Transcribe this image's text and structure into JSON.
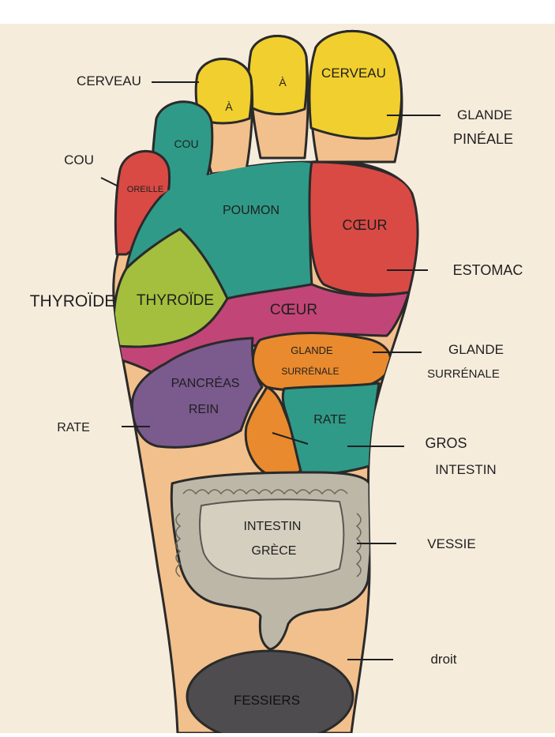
{
  "colors": {
    "background": "#f6ecdc",
    "skin": "#f2c08c",
    "yellow": "#f1cf2e",
    "teal": "#2f9a88",
    "red": "#d94a45",
    "magenta": "#c24577",
    "lime": "#a3bf3d",
    "purple": "#7b5a8e",
    "orange": "#e98a2e",
    "intestine": "#bdb7a8",
    "gray": "#4e4c4f"
  },
  "zones": {
    "big_toe": "CERVEAU",
    "toe2": "À",
    "toe3": "À",
    "toe4": "COU",
    "toe5": "OREILLE",
    "lung": "POUMON",
    "heart_upper": "CŒUR",
    "heart_band": "CŒUR",
    "thyroid": "THYROÏDE",
    "pancreas_line1": "PANCRÉAS",
    "pancreas_line2": "REIN",
    "adrenal_line1": "GLANDE",
    "adrenal_line2": "SURRÉNALE",
    "spleen": "RATE",
    "intestine_line1": "INTESTIN",
    "intestine_line2": "GRÈCE",
    "heel": "FESSIERS"
  },
  "labels": {
    "cerveau_left": "CERVEAU",
    "cou_left": "COU",
    "thyroide_left": "THYROÏDE",
    "rate_left": "RATE",
    "pineale_line1": "GLANDE",
    "pineale_line2": "PINÉALE",
    "estomac": "ESTOMAC",
    "surrenale_line1": "GLANDE",
    "surrenale_line2": "SURRÉNALE",
    "gros_line1": "GROS",
    "gros_line2": "INTESTIN",
    "vessie": "VESSIE",
    "droit": "droit"
  }
}
